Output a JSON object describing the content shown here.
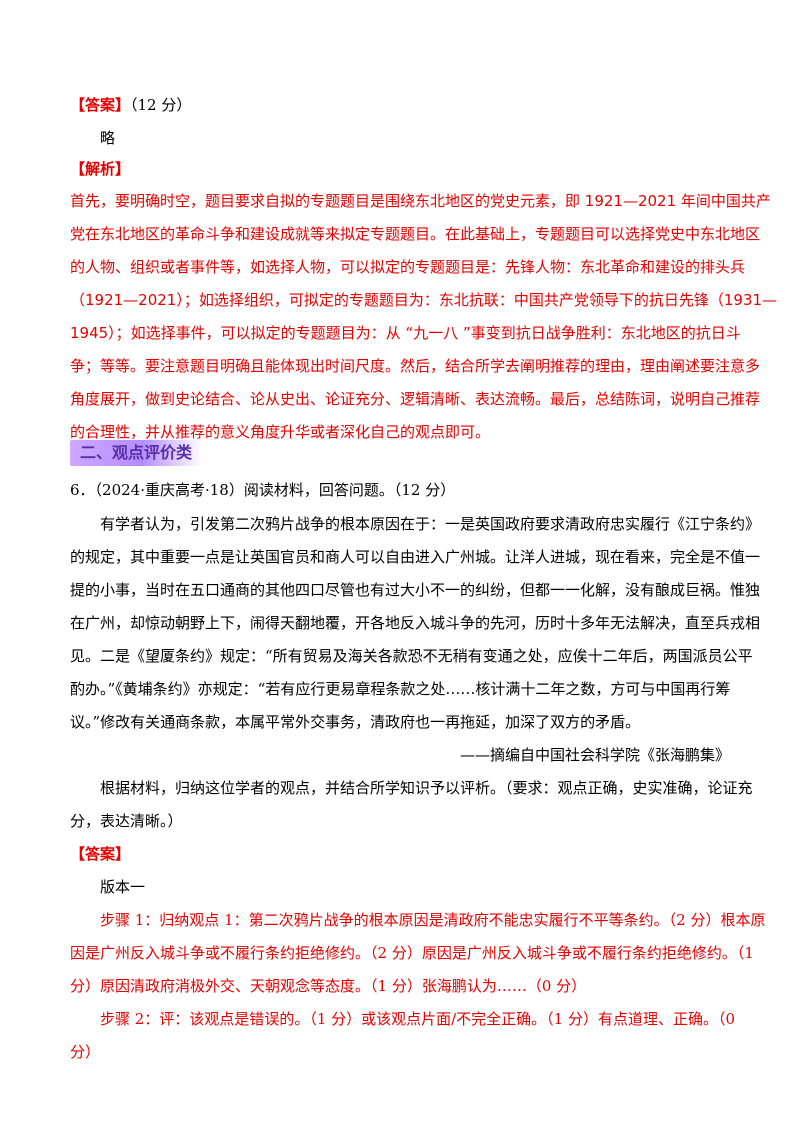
{
  "answer1": {
    "label": "【答案】",
    "score": "（12 分）",
    "content": "略"
  },
  "analysis1": {
    "label": "【解析】",
    "lines": [
      "首先，要明确时空，题目要求自拟的专题题目是围绕东北地区的党史元素，即 1921—2021 年间中国共产",
      "党在东北地区的革命斗争和建设成就等来拟定专题题目。在此基础上，专题题目可以选择党史中东北地区",
      "的人物、组织或者事件等，如选择人物，可以拟定的专题题目是：先锋人物：东北革命和建设的排头兵",
      "（1921—2021）；如选择组织，可拟定的专题题目为：东北抗联：中国共产党领导下的抗日先锋（1931—",
      "1945）；如选择事件，可以拟定的专题题目为：从 “九一八 ”事变到抗日战争胜利：东北地区的抗日斗",
      "争；等等。要注意题目明确且能体现出时间尺度。然后，结合所学去阐明推荐的理由，理由阐述要注意多",
      "角度展开，做到史论结合、论从史出、论证充分、逻辑清晰、表达流畅。最后，总结陈词，说明自己推荐",
      "的合理性，并从推荐的意义角度升华或者深化自己的观点即可。"
    ]
  },
  "section_heading": "二、观点评价类",
  "question6": {
    "header": "6．（2024·重庆高考·18）阅读材料，回答问题。（12 分）",
    "material_lines": [
      "有学者认为，引发第二次鸦片战争的根本原因在于：一是英国政府要求清政府忠实履行《江宁条约》",
      "的规定，其中重要一点是让英国官员和商人可以自由进入广州城。让洋人进城，现在看来，完全是不值一",
      "提的小事，当时在五口通商的其他四口尽管也有过大小不一的纠纷，但都一一化解，没有酿成巨祸。惟独",
      "在广州，却惊动朝野上下，闹得天翻地覆，开各地反入城斗争的先河，历时十多年无法解决，直至兵戎相",
      "见。二是《望厦条约》规定：“所有贸易及海关各款恐不无稍有变通之处，应俟十二年后，两国派员公平",
      "酌办。”《黄埔条约》亦规定：“若有应行更易章程条款之处……核计满十二年之数，方可与中国再行筹",
      "议。”修改有关通商条款，本属平常外交事务，清政府也一再拖延，加深了双方的矛盾。"
    ],
    "source": "——摘编自中国社会科学院《张海鹏集》",
    "prompt_lines": [
      "根据材料，归纳这位学者的观点，并结合所学知识予以评析。（要求：观点正确，史实准确，论证充",
      "分，表达清晰。）"
    ]
  },
  "answer2": {
    "label": "【答案】",
    "version": "版本一",
    "lines": [
      "步骤 1：归纳观点 1：第二次鸦片战争的根本原因是清政府不能忠实履行不平等条约。（2 分）根本原",
      "因是广州反入城斗争或不履行条约拒绝修约。（2 分）原因是广州反入城斗争或不履行条约拒绝修约。（1",
      "分）原因清政府消极外交、天朝观念等态度。（1 分）张海鹏认为……（0 分）",
      "步骤 2：评：该观点是错误的。（1 分）或该观点片面/不完全正确。（1 分）有点道理、正确。（0",
      "分）"
    ]
  }
}
